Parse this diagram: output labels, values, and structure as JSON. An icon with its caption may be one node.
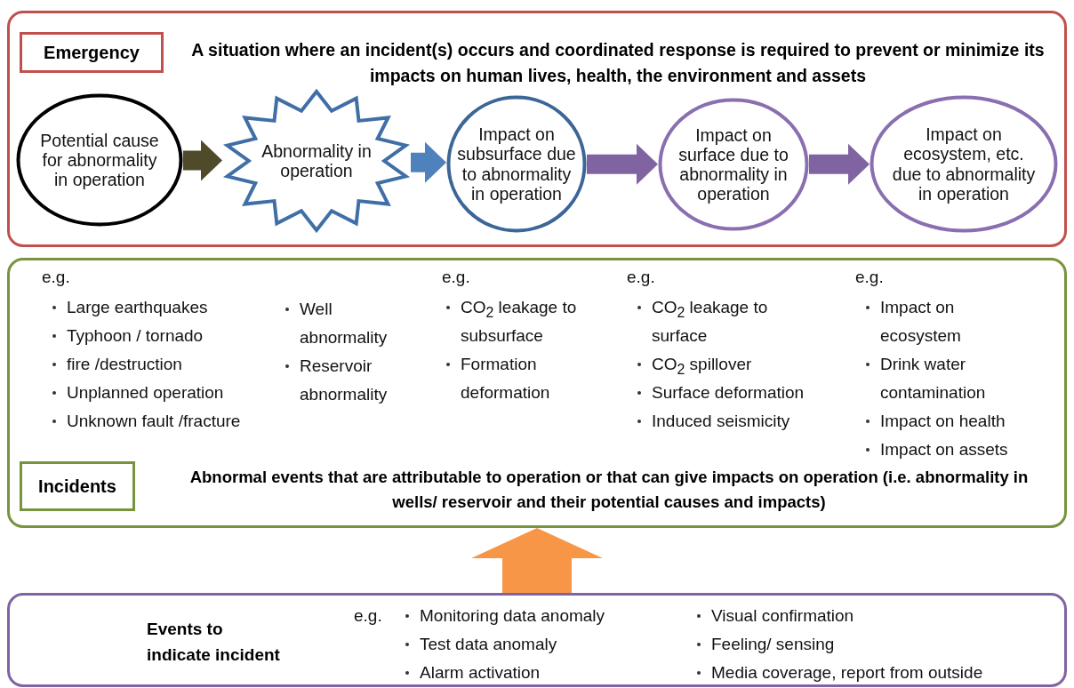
{
  "diagram": {
    "nodes": [
      {
        "text": [
          "A situation where an incident(s) occurs and coordinated response is required to prevent or minimize its impacts on human lives, health, the environment and assets"
        ]
      },
      {
        "text": [
          "Emergency"
        ],
        "in": 0
      },
      {
        "text": [
          "Potential cause for abnormality in operation"
        ],
        "in": 0
      },
      {
        "text": [
          "Abnormality in operation"
        ],
        "in": 0
      },
      {
        "text": [
          "Impact on subsurface due to abnormality in operation"
        ],
        "in": 0
      },
      {
        "text": [
          "Impact on surface due to abnormality in operation"
        ],
        "in": 0
      },
      {
        "text": [
          "Impact on ecosystem, etc. due to abnormality in operation"
        ],
        "in": 0
      },
      {
        "text": [
          "Abnormal events that are attributable to operation or that can give impacts on operation (i.e. abnormality in wells/ reservoir and their potential causes and impacts)"
        ]
      },
      {
        "text": [
          "Incidents"
        ],
        "in": 7
      },
      {
        "text": [
          "Events to indicate incident"
        ]
      }
    ],
    "edges": [
      {
        "from": 2,
        "to": 3,
        "arrow": "to",
        "color": "#4f4a2a"
      },
      {
        "from": 3,
        "to": 4,
        "arrow": "to",
        "color": "#4f81bd"
      },
      {
        "from": 4,
        "to": 5,
        "arrow": "to",
        "color": "#8064a2"
      },
      {
        "from": 5,
        "to": 6,
        "arrow": "to",
        "color": "#8064a2"
      },
      {
        "from": 9,
        "to": 7,
        "arrow": "to",
        "style": "thick",
        "color": "#f79646"
      }
    ],
    "labels": [
      "e.g.",
      "Large earthquakes",
      "Typhoon / tornado",
      "fire /destruction",
      "Unplanned operation",
      "Unknown fault /fracture",
      "Well abnormality",
      "Reservoir abnormality",
      "e.g.",
      "CO$_{2}$ leakage to subsurface",
      "Formation deformation",
      "e.g.",
      "CO$_{2}$ leakage to surface",
      "CO$_{2}$ spillover",
      "Surface deformation",
      "Induced seismicity",
      "e.g.",
      "Impact on ecosystem",
      "Drink water contamination",
      "Impact on health",
      "Impact on assets",
      "e.g.",
      "Monitoring data anomaly",
      "Test data anomaly",
      "Alarm activation",
      "Visual confirmation",
      "Feeling/ sensing",
      "Media coverage, report from outside"
    ]
  }
}
